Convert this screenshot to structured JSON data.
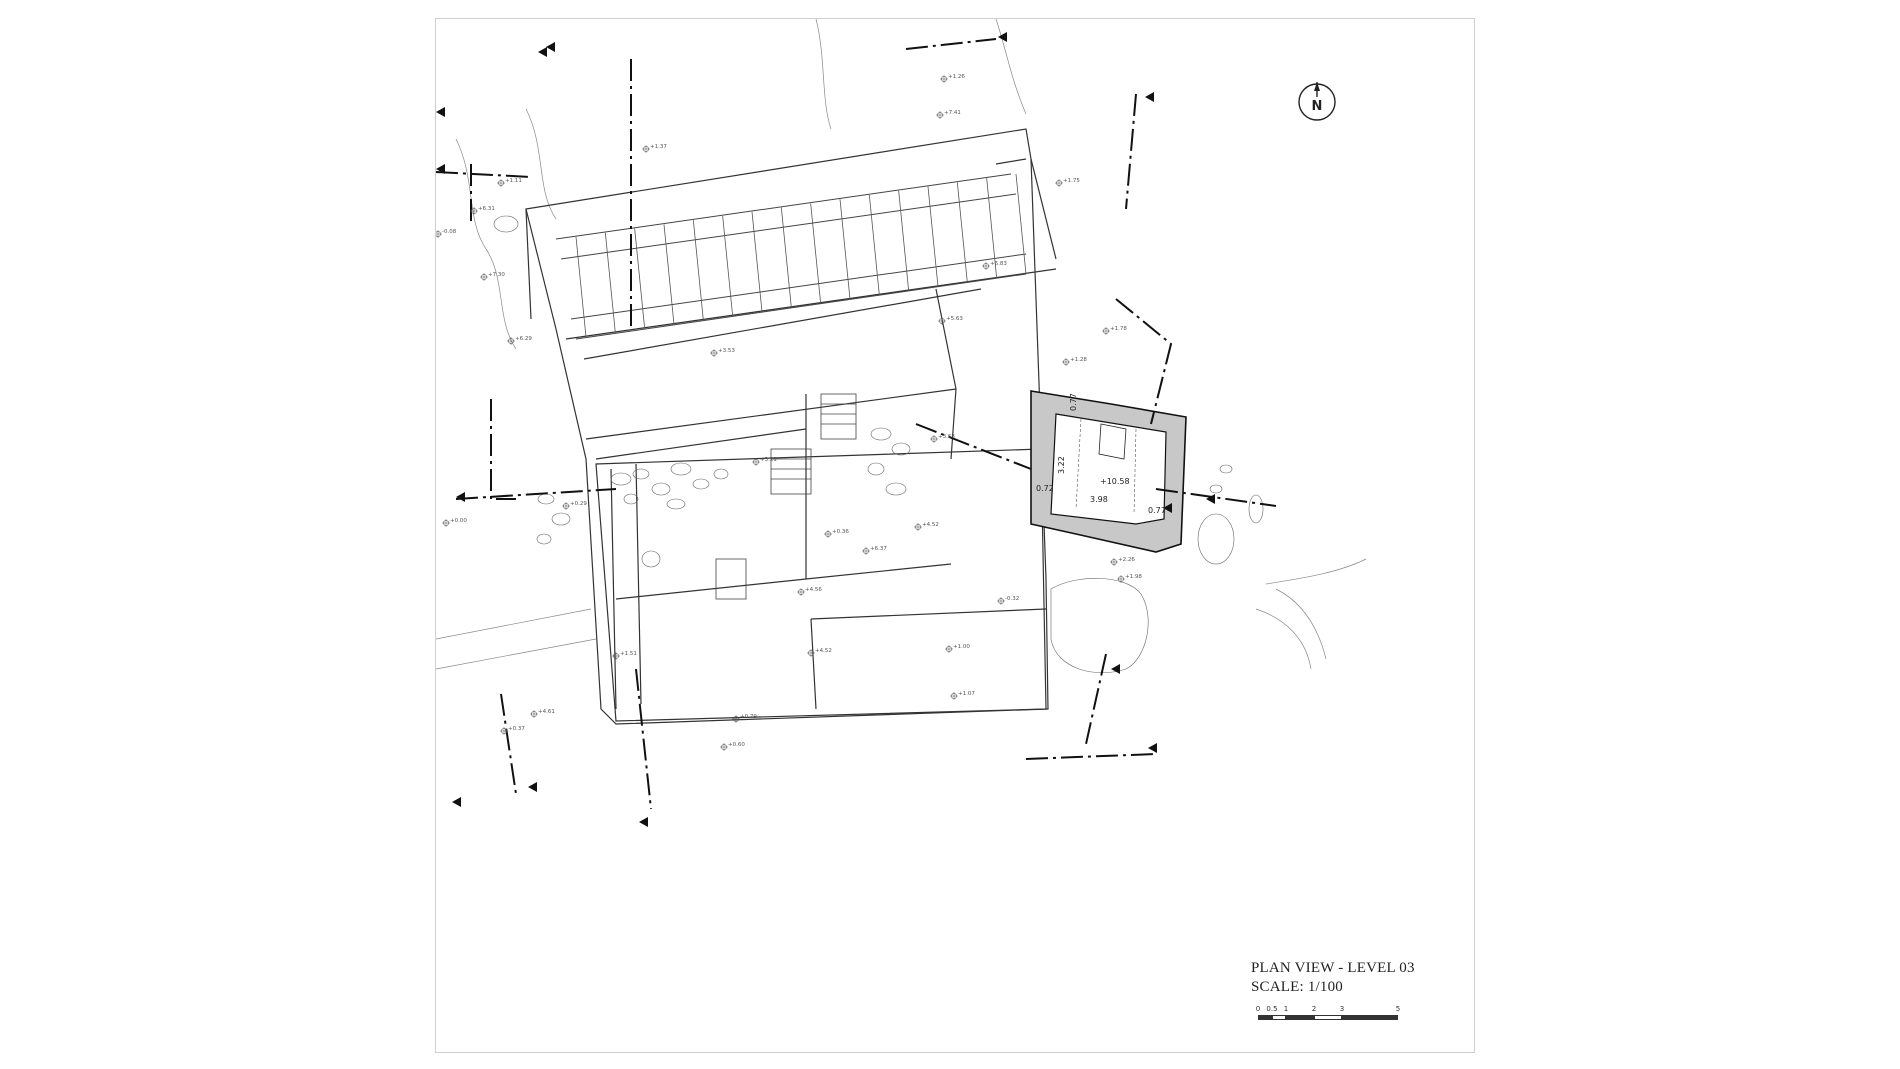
{
  "drawing": {
    "title": "PLAN VIEW - LEVEL 03",
    "scale": "SCALE: 1/100",
    "north_label": "N",
    "scale_bar_ticks": [
      "0",
      "0.5",
      "1",
      "2",
      "3",
      "5"
    ],
    "colors": {
      "line": "#333333",
      "thick_line": "#111111",
      "shaded_room": "#c8c8c8",
      "paper": "#ffffff"
    }
  },
  "elevations": [
    "+1.26",
    "+7.41",
    "+1.37",
    "+1.11",
    "+6.31",
    "-0.08",
    "+7.30",
    "+1.75",
    "+6.83",
    "+5.63",
    "+1.78",
    "+6.29",
    "+3.53",
    "+1.28",
    "+3.68",
    "+3.21",
    "+0.29",
    "+0.00",
    "+0.36",
    "+4.52",
    "+6.37",
    "+2.26",
    "+1.98",
    "+4.56",
    "-0.32",
    "+1.51",
    "+4.52",
    "+1.00",
    "+1.07",
    "+4.61",
    "+0.37",
    "+0.79",
    "+0.60"
  ],
  "dimensions": [
    "0.77",
    "3.22",
    "+10.58",
    "3.98",
    "0.72",
    "0.77"
  ]
}
